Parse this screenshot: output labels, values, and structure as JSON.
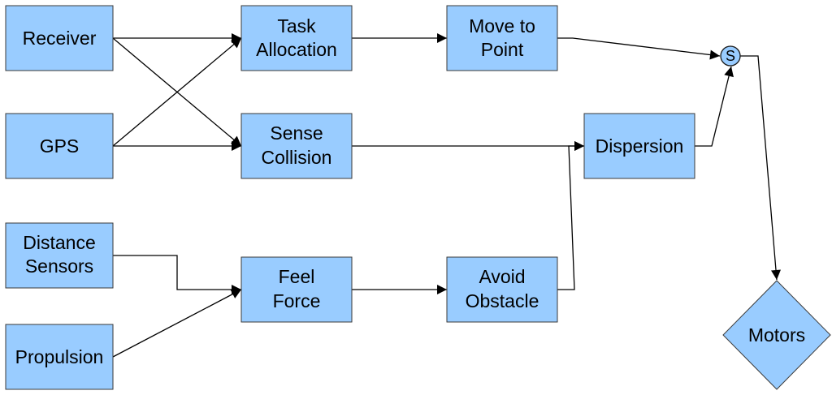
{
  "colors": {
    "node_fill": "#99ccff",
    "node_stroke": "#3a3a3a",
    "edge": "#000000"
  },
  "nodes": {
    "receiver": "Receiver",
    "gps": "GPS",
    "distance_sensors": [
      "Distance",
      "Sensors"
    ],
    "propulsion": "Propulsion",
    "task_allocation": [
      "Task",
      "Allocation"
    ],
    "sense_collision": [
      "Sense",
      "Collision"
    ],
    "feel_force": [
      "Feel",
      "Force"
    ],
    "move_to_point": [
      "Move to",
      "Point"
    ],
    "avoid_obstacle": [
      "Avoid",
      "Obstacle"
    ],
    "dispersion": "Dispersion",
    "summation": "S",
    "motors": "Motors"
  },
  "edges": [
    {
      "from": "receiver",
      "to": "task_allocation"
    },
    {
      "from": "receiver",
      "to": "sense_collision"
    },
    {
      "from": "gps",
      "to": "task_allocation"
    },
    {
      "from": "gps",
      "to": "sense_collision"
    },
    {
      "from": "distance_sensors",
      "to": "feel_force"
    },
    {
      "from": "propulsion",
      "to": "feel_force"
    },
    {
      "from": "task_allocation",
      "to": "move_to_point"
    },
    {
      "from": "feel_force",
      "to": "avoid_obstacle"
    },
    {
      "from": "sense_collision",
      "to": "dispersion"
    },
    {
      "from": "avoid_obstacle",
      "to": "dispersion"
    },
    {
      "from": "move_to_point",
      "to": "summation"
    },
    {
      "from": "dispersion",
      "to": "summation"
    },
    {
      "from": "summation",
      "to": "motors"
    }
  ]
}
